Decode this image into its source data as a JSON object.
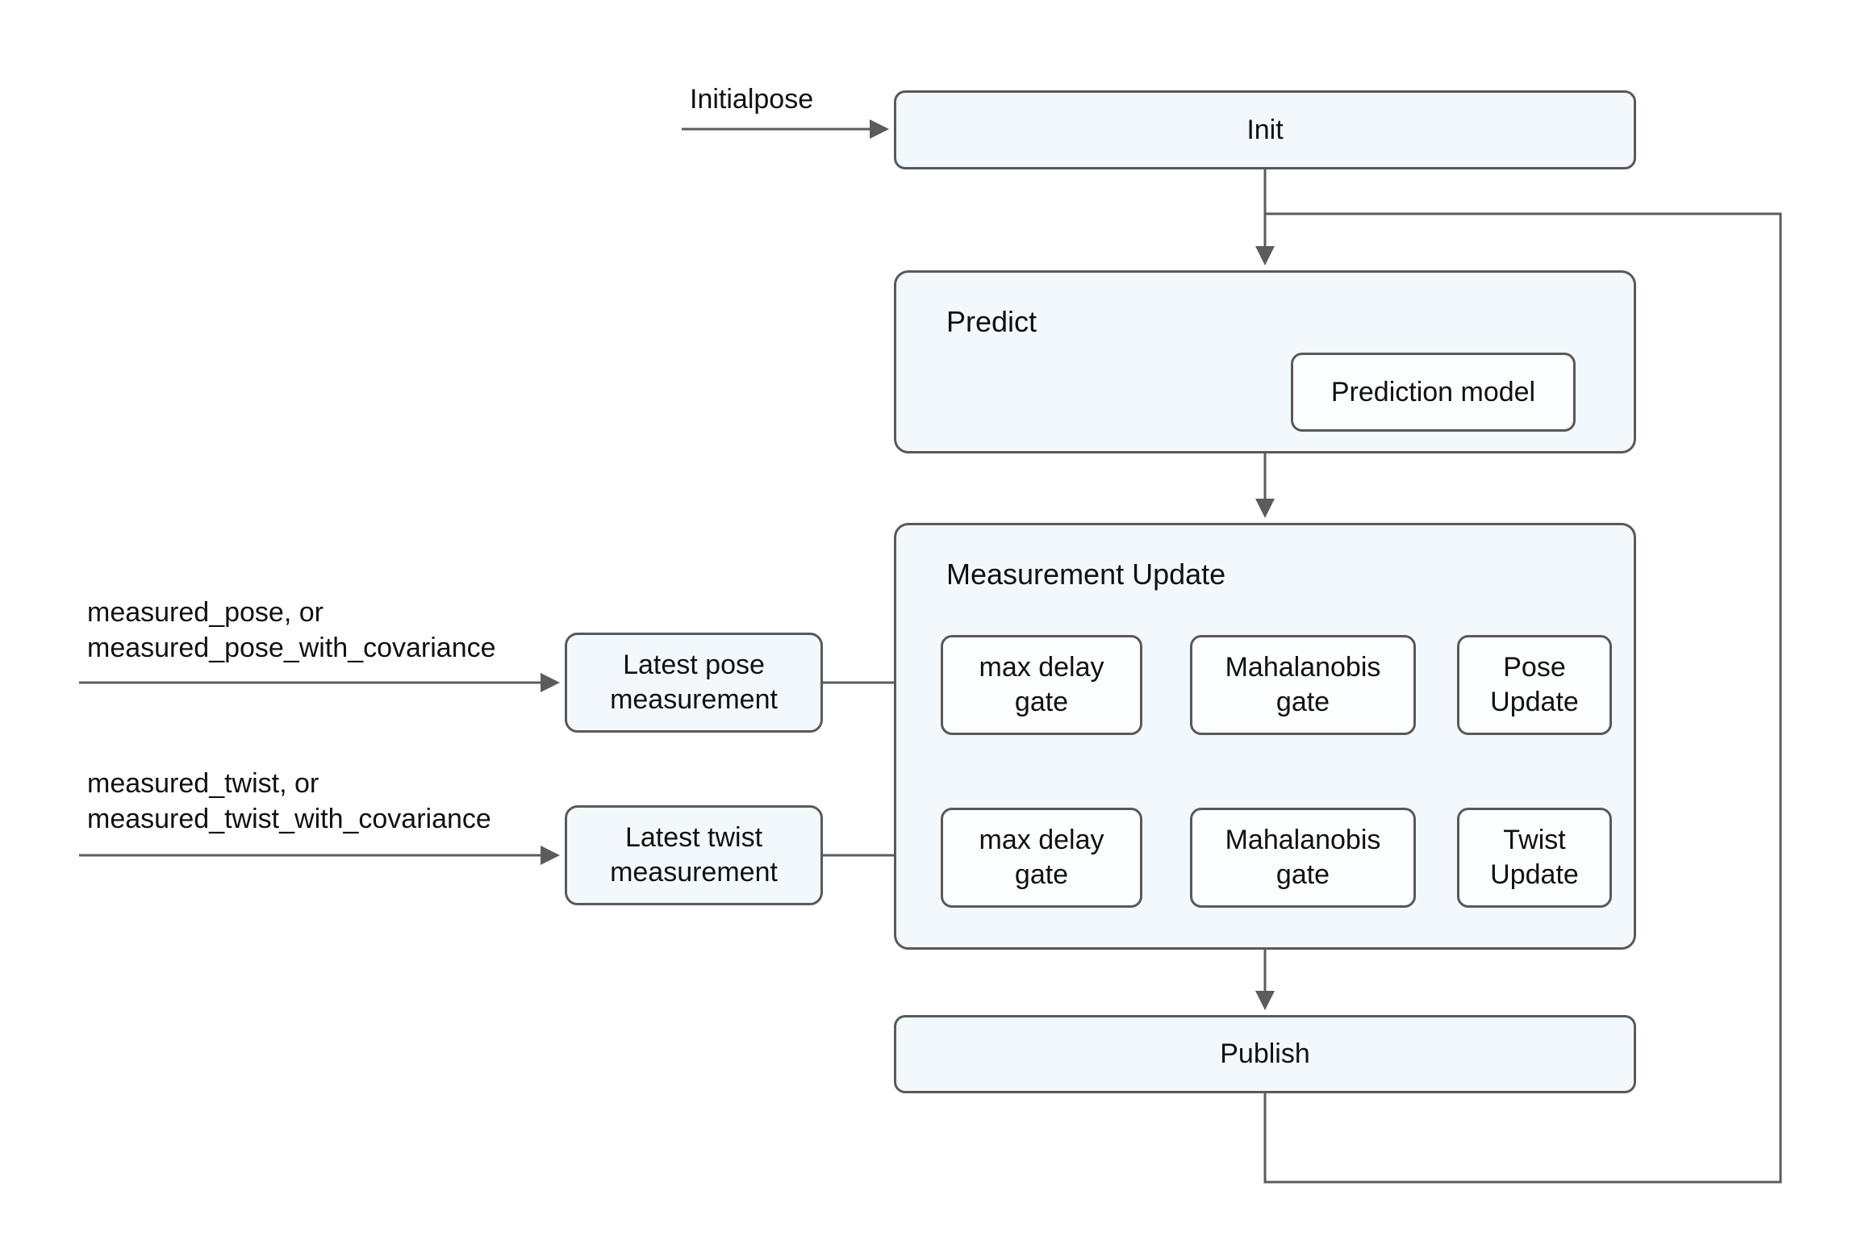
{
  "diagram": {
    "colors": {
      "background": "#ffffff",
      "node_fill": "#f3f8fd",
      "inner_node_fill": "#fbfdff",
      "node_border": "#595959",
      "connector": "#5c5c5c",
      "text": "#111111"
    },
    "nodes": {
      "init": "Init",
      "predict": "Predict",
      "prediction_model": "Prediction model",
      "measurement_update": "Measurement Update",
      "publish": "Publish",
      "latest_pose": {
        "line1": "Latest pose",
        "line2": "measurement"
      },
      "latest_twist": {
        "line1": "Latest twist",
        "line2": "measurement"
      },
      "pose_row": {
        "max_delay_gate": {
          "line1": "max delay",
          "line2": "gate"
        },
        "mahalanobis_gate": {
          "line1": "Mahalanobis",
          "line2": "gate"
        },
        "update": {
          "line1": "Pose",
          "line2": "Update"
        }
      },
      "twist_row": {
        "max_delay_gate": {
          "line1": "max delay",
          "line2": "gate"
        },
        "mahalanobis_gate": {
          "line1": "Mahalanobis",
          "line2": "gate"
        },
        "update": {
          "line1": "Twist",
          "line2": "Update"
        }
      }
    },
    "annotations": {
      "initialpose": "Initialpose",
      "pose_input": {
        "line1": "measured_pose, or",
        "line2": "measured_pose_with_covariance"
      },
      "twist_input": {
        "line1": "measured_twist, or",
        "line2": "measured_twist_with_covariance"
      }
    }
  }
}
